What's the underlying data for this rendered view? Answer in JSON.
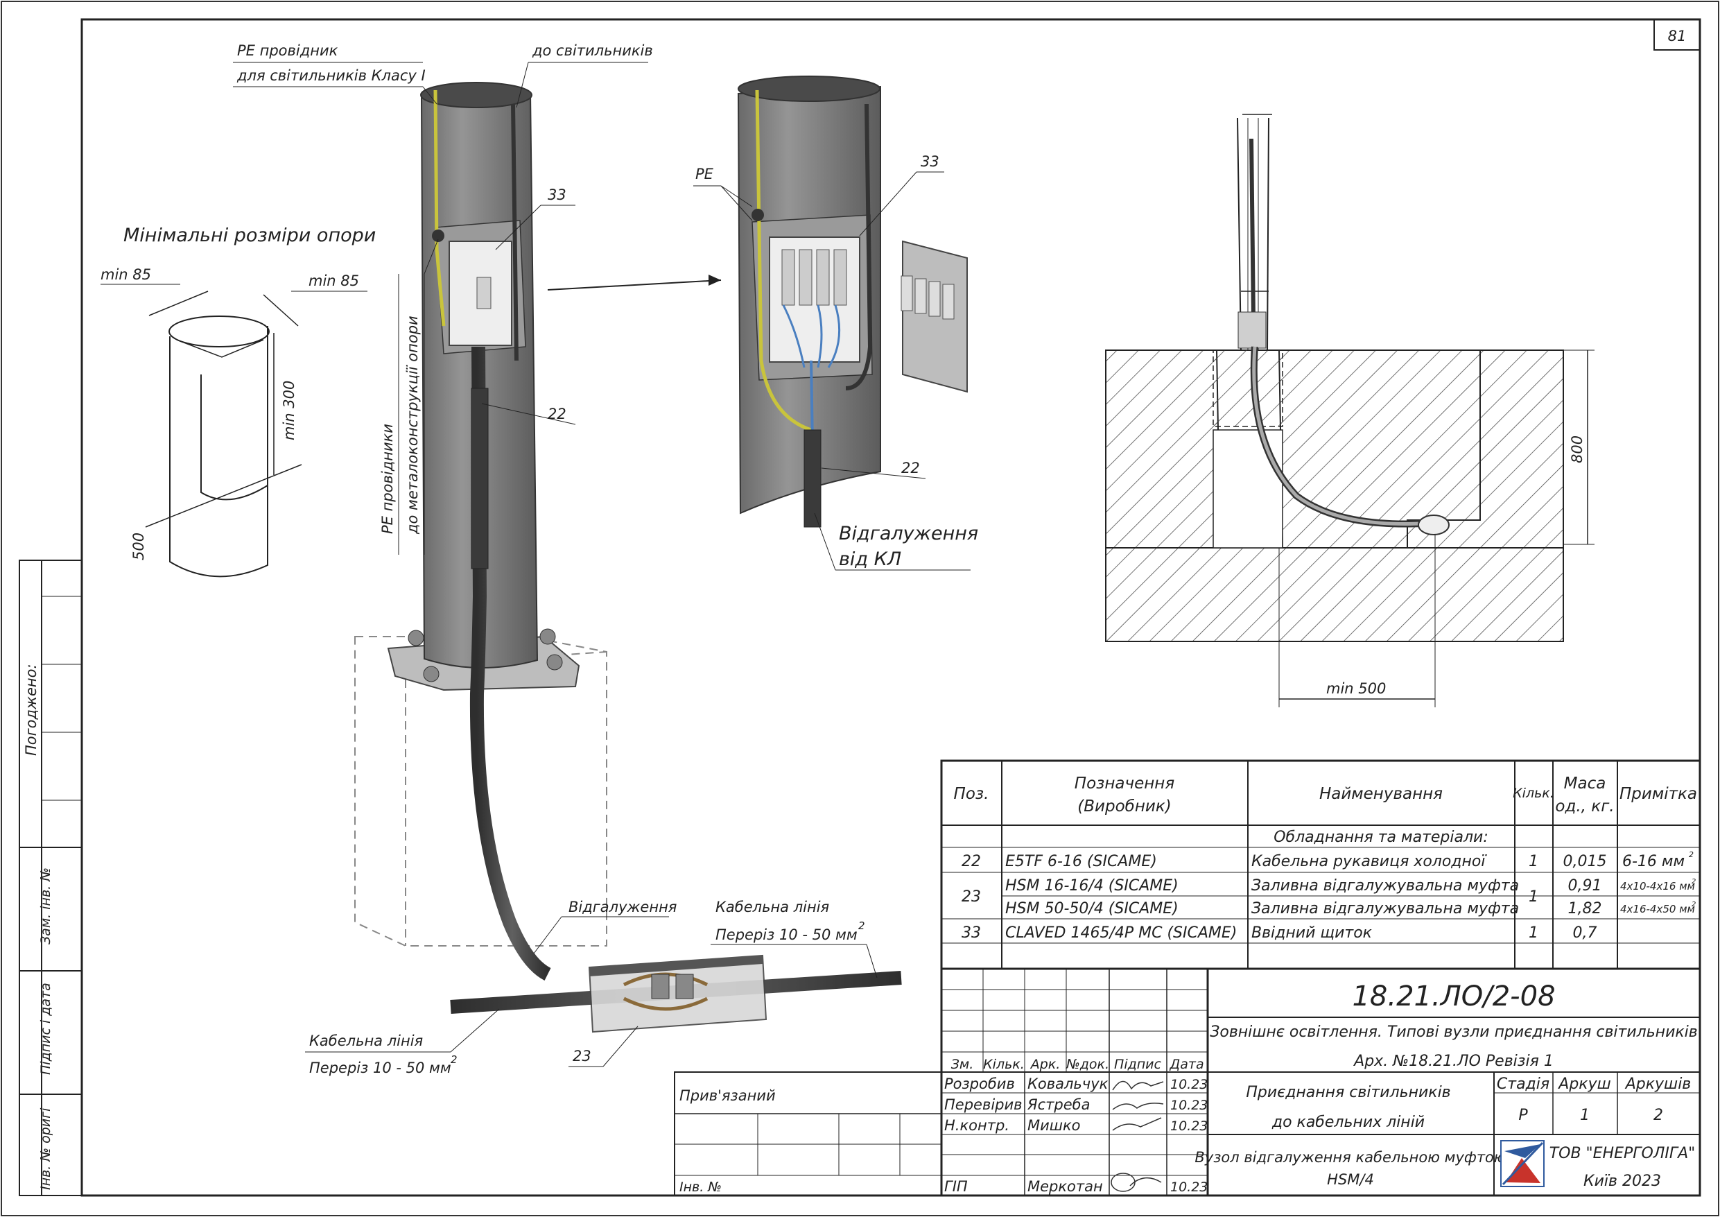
{
  "sheet_number": "81",
  "stamps": {
    "agreed": "Погоджено:",
    "replace_inv": "Зам. інв. №",
    "sign_date": "Підпис і дата",
    "inv_orig": "Інв. № оригі"
  },
  "min_dims": {
    "title": "Мінімальні розміри опори",
    "dim_a": "min 85",
    "dim_b": "min 85",
    "dim_c": "min 300",
    "dim_d": "500"
  },
  "pole_labels": {
    "pe_line1": "PE провідник",
    "pe_line2": "для світильників Класу I",
    "to_lights": "до світильників",
    "pos33": "33",
    "pos22": "22",
    "pe_metal_line1": "PE провідники",
    "pe_metal_line2": "до металоконструкції опори"
  },
  "detail_labels": {
    "pe": "PE",
    "pos33": "33",
    "pos22": "22",
    "branch_line1": "Відгалуження",
    "branch_line2": "від КЛ"
  },
  "section": {
    "dim_depth": "800",
    "dim_width": "min 500"
  },
  "sleeve_labels": {
    "branch": "Відгалуження",
    "cable_right_1": "Кабельна лінія",
    "cable_right_2": "Переріз 10 - 50 мм",
    "sup2": "2",
    "cable_left_1": "Кабельна лінія",
    "cable_left_2": "Переріз 10 - 50 мм",
    "pos23": "23"
  },
  "spec": {
    "headers": {
      "pos": "Поз.",
      "desig_1": "Позначення",
      "desig_2": "(Виробник)",
      "name": "Найменування",
      "qty": "Кільк.",
      "mass_1": "Маса",
      "mass_2": "од., кг.",
      "note": "Примітка"
    },
    "section_title": "Обладнання та матеріали:",
    "rows": [
      {
        "pos": "22",
        "desig": "E5TF 6-16   (SICAME)",
        "name": "Кабельна рукавиця холодної",
        "qty": "1",
        "mass": "0,015",
        "note": "6-16 мм",
        "note_sup": "2"
      },
      {
        "pos": "23",
        "desig": "HSM 16-16/4   (SICAME)",
        "name": "Заливна відгалужувальна муфта",
        "qty": "1",
        "mass": "0,91",
        "note": "4x10-4x16 мм",
        "note_sup": "2"
      },
      {
        "pos": "",
        "desig": "HSM 50-50/4   (SICAME)",
        "name": "Заливна відгалужувальна муфта",
        "qty": "",
        "mass": "1,82",
        "note": "4x16-4x50 мм",
        "note_sup": "2"
      },
      {
        "pos": "33",
        "desig": "CLAVED 1465/4P MC  (SICAME)",
        "name": "Ввідний щиток",
        "qty": "1",
        "mass": "0,7",
        "note": ""
      }
    ]
  },
  "title_block": {
    "doc_code": "18.21.ЛО/2-08",
    "project": "Зовнішнє освітлення. Типові вузли приєднання світильників",
    "archive": "Арх. №18.21.ЛО Ревізія 1",
    "sheet_title_1": "Приєднання світильників",
    "sheet_title_2": "до кабельних ліній",
    "drawing_title_1": "Вузол відгалуження кабельною муфтою",
    "drawing_title_2": "HSM/4",
    "stage_label": "Стадія",
    "stage": "Р",
    "sheet_label": "Аркуш",
    "sheet": "1",
    "sheets_label": "Аркушів",
    "sheets": "2",
    "company_1": "ТОВ \"ЕНЕРГОЛІГА\"",
    "company_2": "Київ 2023",
    "col_headers": [
      "Зм.",
      "Кільк.",
      "Арк.",
      "№док.",
      "Підпис",
      "Дата"
    ],
    "people": [
      {
        "role": "Розробив",
        "name": "Ковальчук",
        "date": "10.23"
      },
      {
        "role": "Перевірив",
        "name": "Ястреба",
        "date": "10.23"
      },
      {
        "role": "Н.контр.",
        "name": "Мишко",
        "date": "10.23"
      },
      {
        "role": "ГІП",
        "name": "Меркотан",
        "date": "10.23"
      }
    ],
    "bound": "Прив'язаний",
    "inv_no": "Інв. №"
  },
  "colors": {
    "pole": "#7d7d7d",
    "pole_dark": "#5a5a5a",
    "box": "#eeeeee",
    "pe_wire": "#c9c43c",
    "cable": "#3c3c3c",
    "hatch": "#444444",
    "logo_blue": "#2f5a9e",
    "logo_red": "#c8332b"
  },
  "icons": [
    "company-logo-icon",
    "signature-icon"
  ]
}
